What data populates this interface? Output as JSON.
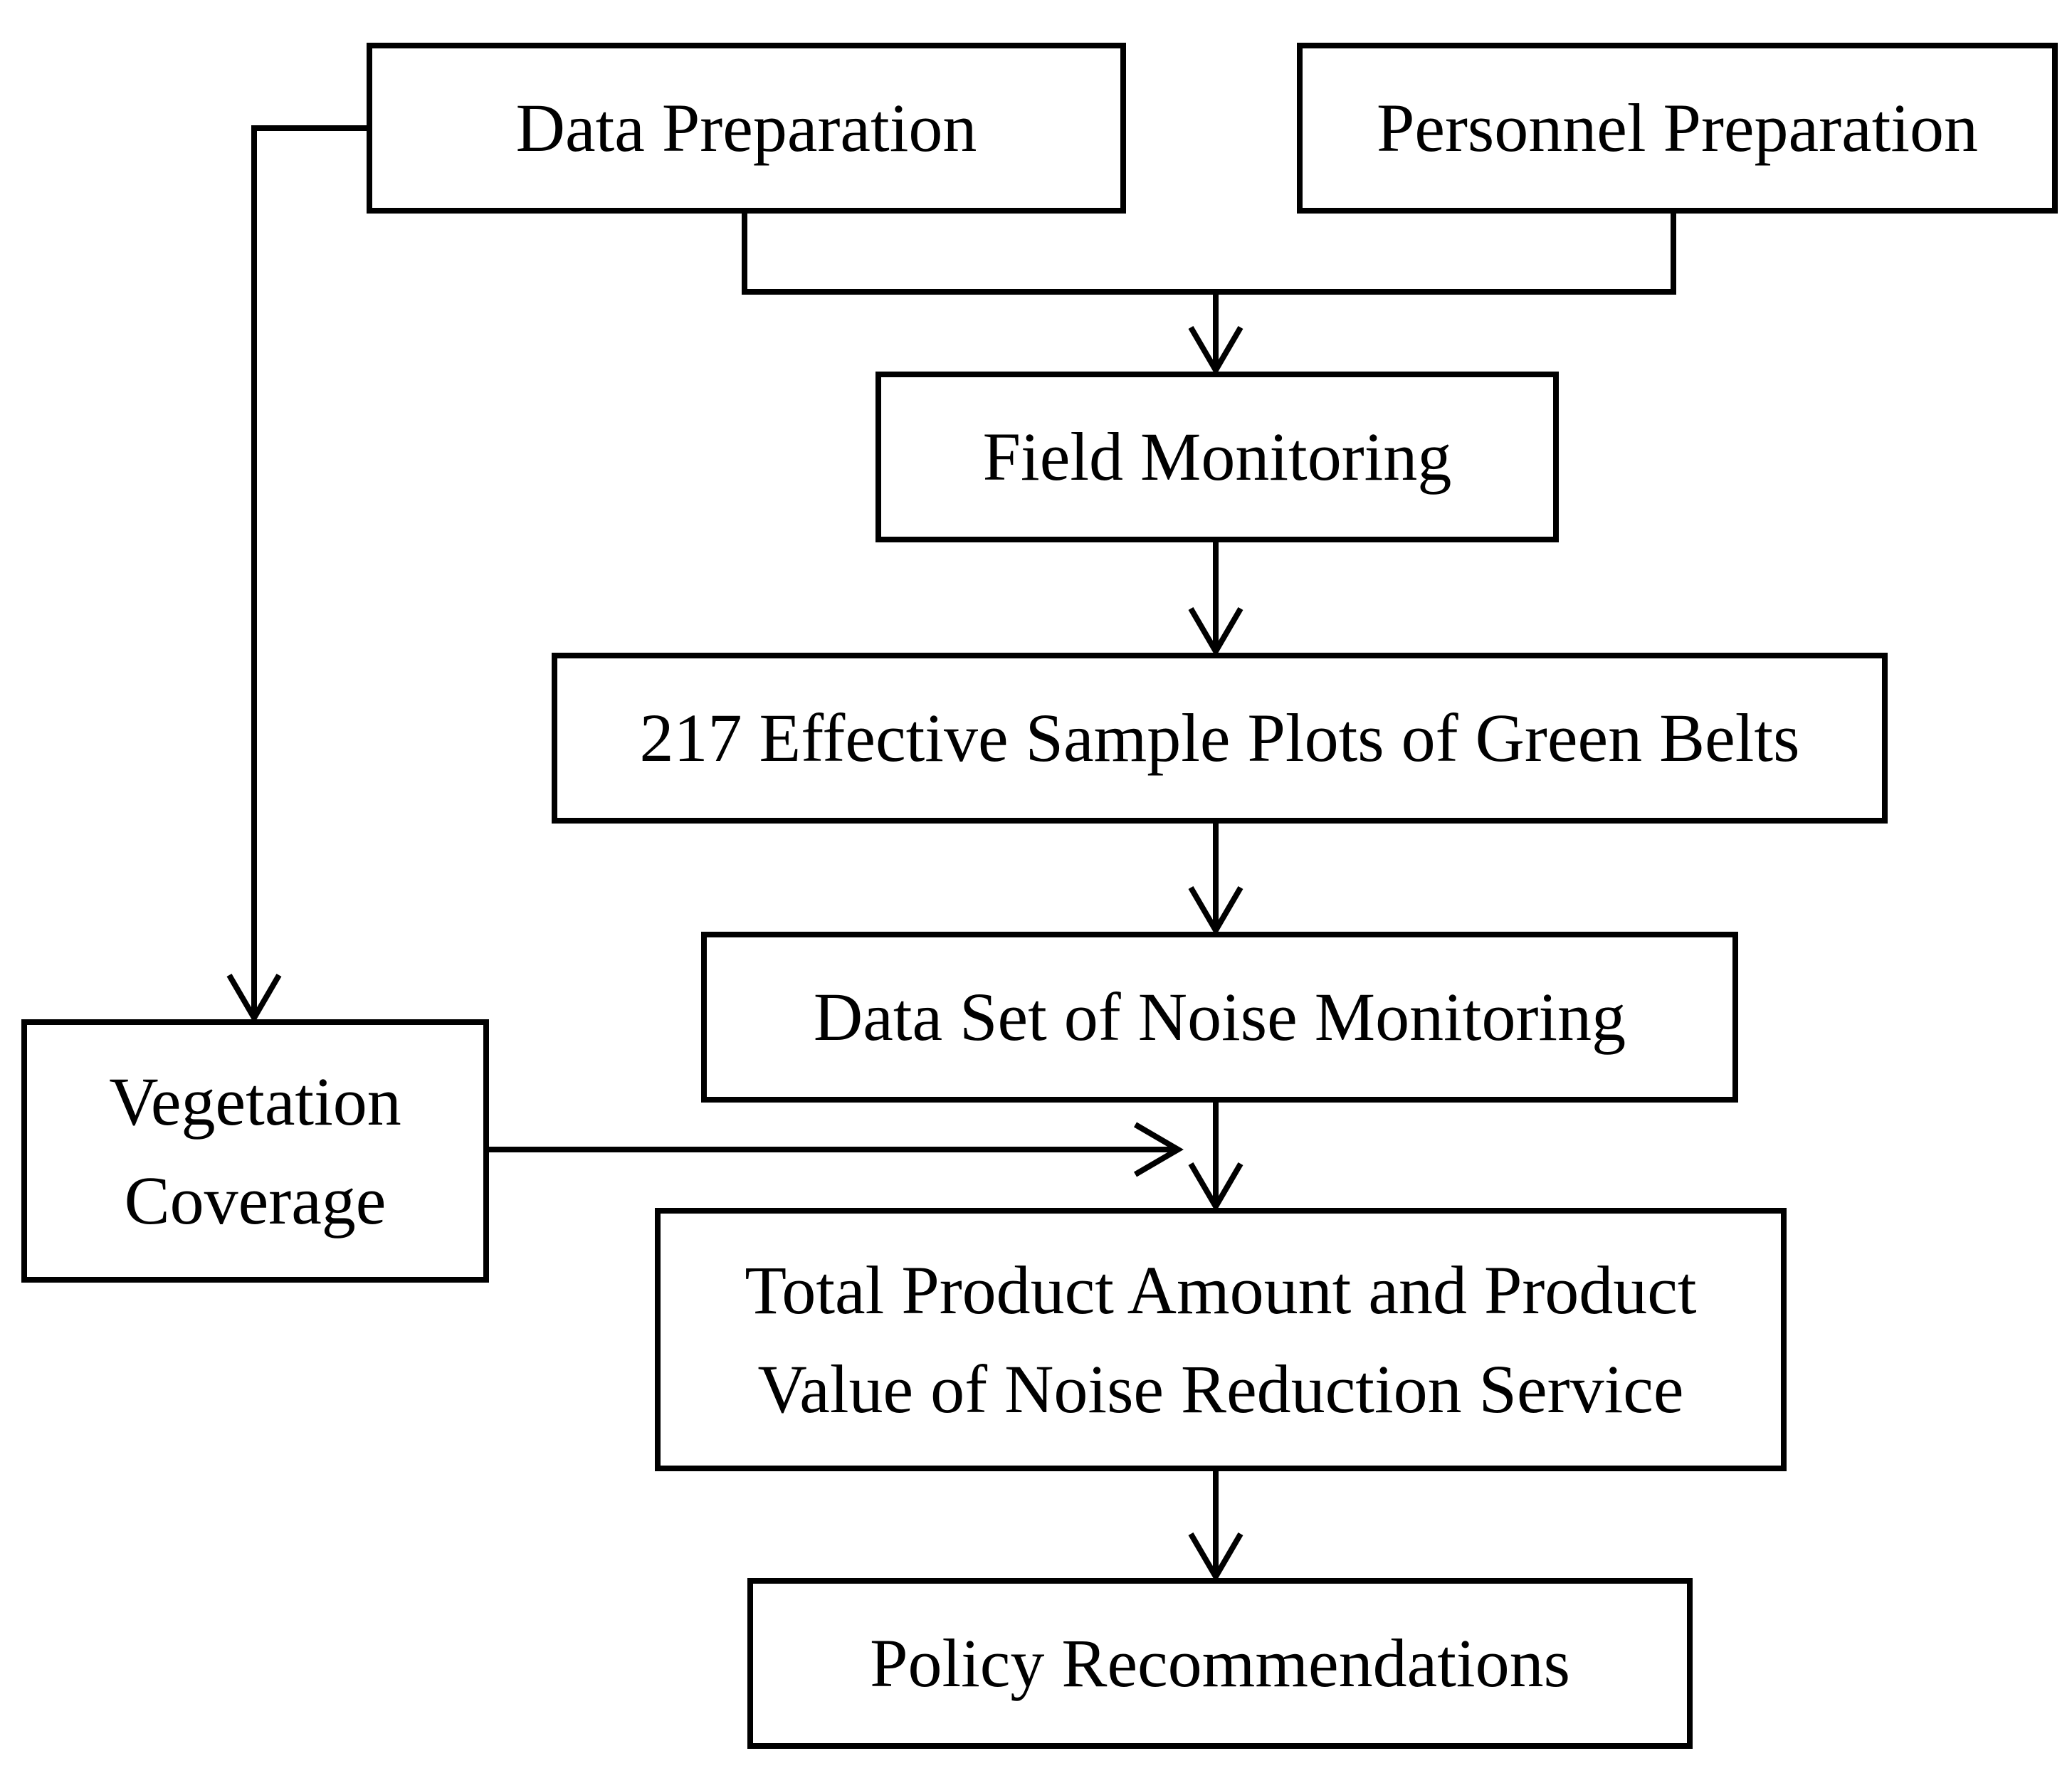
{
  "diagram": {
    "nodes": {
      "data_preparation": "Data Preparation",
      "personnel_preparation": "Personnel Preparation",
      "field_monitoring": "Field Monitoring",
      "sample_plots": "217 Effective Sample Plots of Green Belts",
      "noise_data_set": "Data Set of Noise Monitoring",
      "vegetation_coverage": [
        "Vegetation",
        "Coverage"
      ],
      "product_value": [
        "Total Product Amount and Product",
        "Value of Noise Reduction Service"
      ],
      "policy_recommendations": "Policy Recommendations"
    },
    "edges": [
      {
        "from": "Data Preparation",
        "to": "Field Monitoring"
      },
      {
        "from": "Personnel Preparation",
        "to": "Field Monitoring"
      },
      {
        "from": "Data Preparation",
        "to": "Vegetation Coverage"
      },
      {
        "from": "Field Monitoring",
        "to": "217 Effective Sample Plots of Green Belts"
      },
      {
        "from": "217 Effective Sample Plots of Green Belts",
        "to": "Data Set of Noise Monitoring"
      },
      {
        "from": "Data Set of Noise Monitoring",
        "to": "Total Product Amount and Product Value of Noise Reduction Service"
      },
      {
        "from": "Vegetation Coverage",
        "to": "Total Product Amount and Product Value of Noise Reduction Service"
      },
      {
        "from": "Total Product Amount and Product Value of Noise Reduction Service",
        "to": "Policy Recommendations"
      }
    ]
  }
}
